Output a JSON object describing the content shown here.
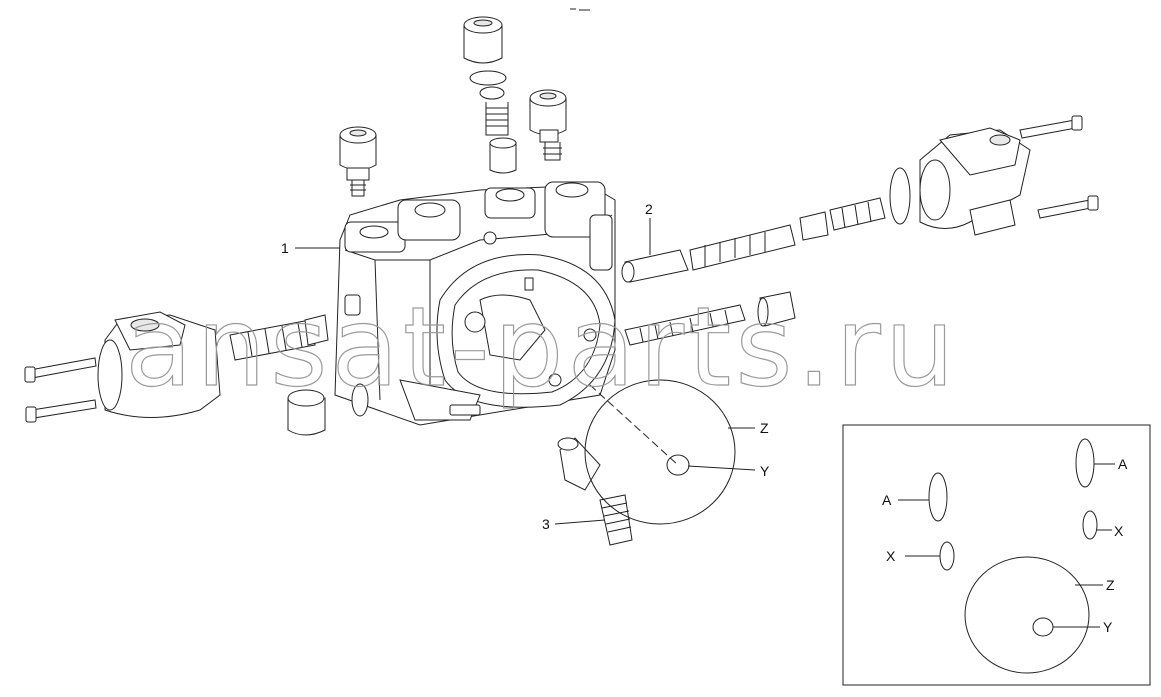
{
  "diagram": {
    "callouts": {
      "part1": "1",
      "part2": "2",
      "part3": "3",
      "main_z": "Z",
      "main_y": "Y"
    },
    "inset": {
      "a_right": "A",
      "a_left": "A",
      "x_right": "X",
      "x_left": "X",
      "z": "Z",
      "y": "Y"
    },
    "watermark": "ansat-parts.ru"
  }
}
